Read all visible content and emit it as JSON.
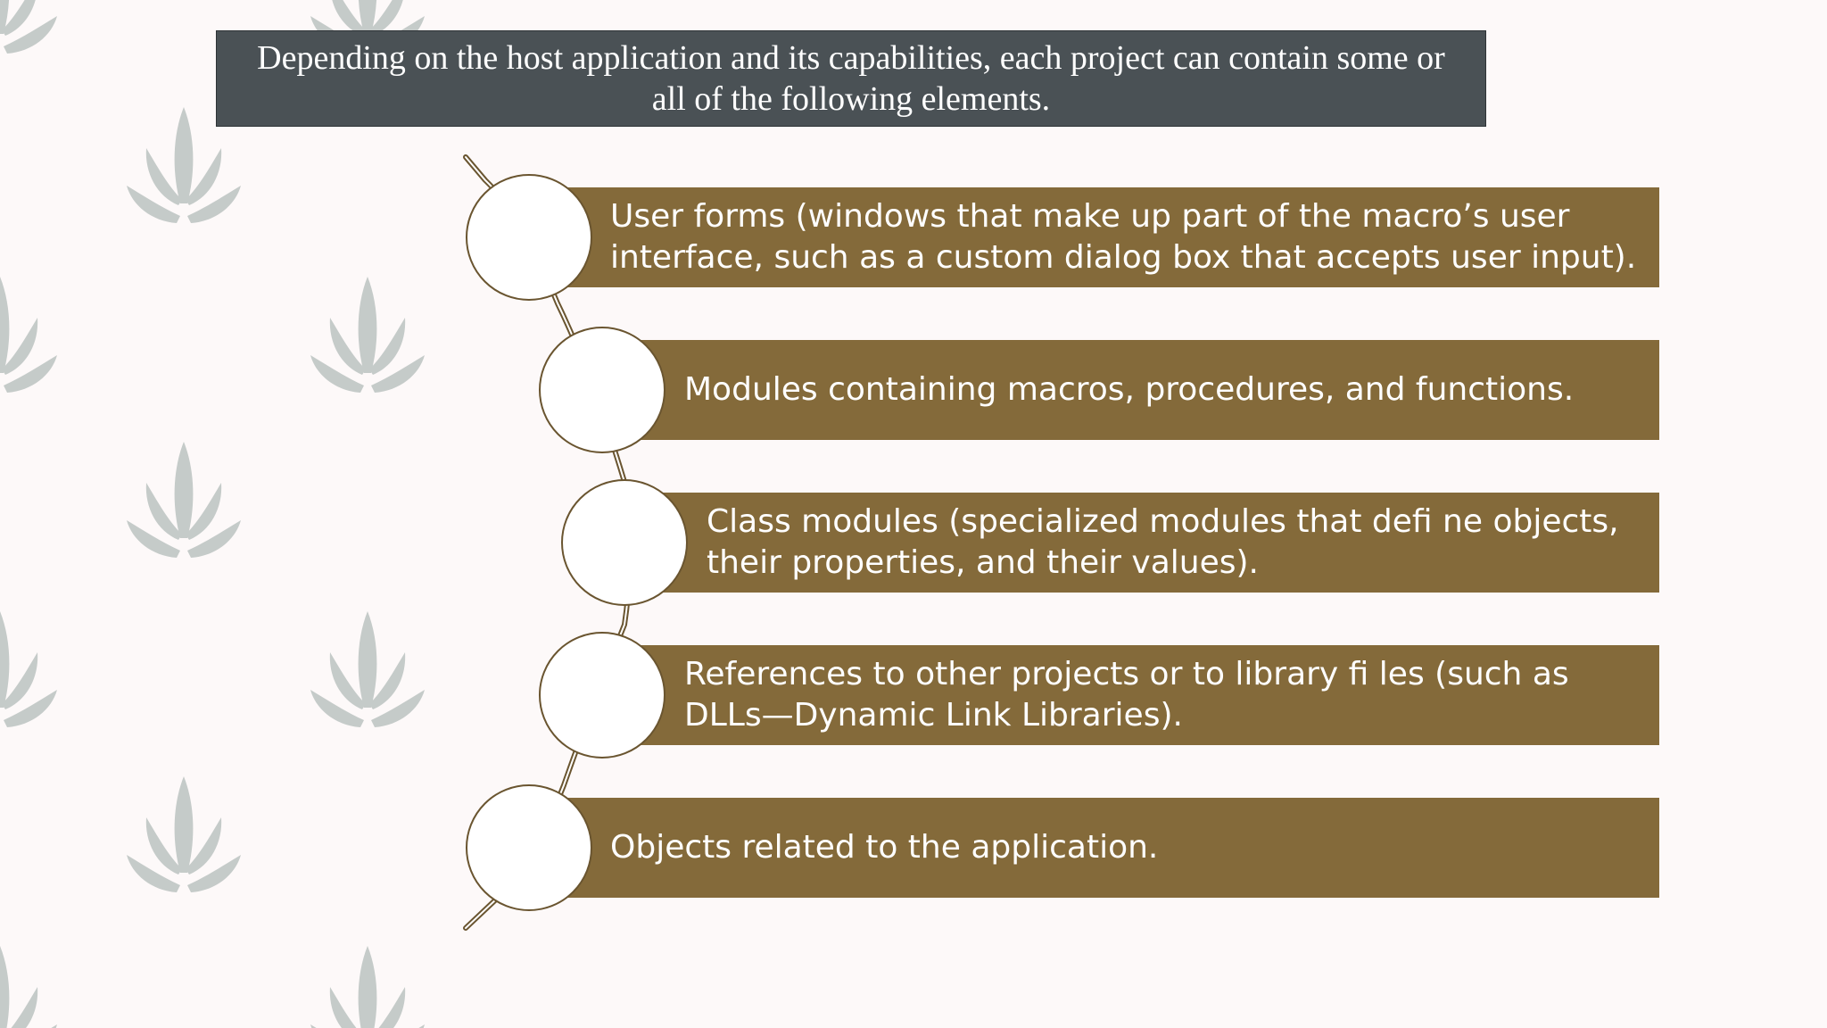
{
  "header": {
    "text": "Depending on the host application and its capabilities, each project can contain some or all of the following elements."
  },
  "items": [
    {
      "label": "User forms (windows that make up part of the macro’s user interface, such as a custom dialog box that accepts user input)."
    },
    {
      "label": "Modules containing macros, procedures, and functions."
    },
    {
      "label": "Class modules (specialized modules that defi ne objects, their properties, and their values)."
    },
    {
      "label": "References to other projects or to library fi les (such as DLLs—Dynamic Link Libraries)."
    },
    {
      "label": "Objects related to the application."
    }
  ],
  "colors": {
    "bar": "#846a3a",
    "header": "#4a5155",
    "leaf": "#c5cbc9",
    "circle_border": "#6a5530",
    "background": "#fdf9f9"
  }
}
